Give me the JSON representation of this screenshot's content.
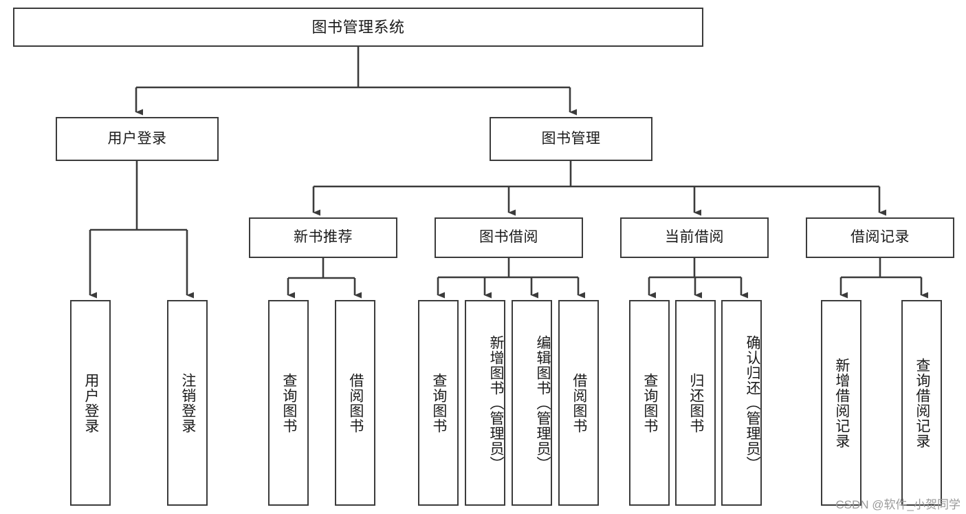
{
  "diagram": {
    "title": "图书管理系统",
    "type": "tree-hierarchy",
    "watermark": "CSDN @软件_小贺同学",
    "colors": {
      "box_border": "#3b3b3b",
      "box_fill": "#ffffff",
      "connector": "#3b3b3b",
      "text": "#1a1a1a",
      "watermark": "#9a9a9a"
    }
  },
  "nodes": {
    "root": {
      "label": "图书管理系统"
    },
    "level1": [
      {
        "label": "用户登录"
      },
      {
        "label": "图书管理"
      }
    ],
    "level2": [
      {
        "label": "新书推荐"
      },
      {
        "label": "图书借阅"
      },
      {
        "label": "当前借阅"
      },
      {
        "label": "借阅记录"
      }
    ],
    "leaves": {
      "user_login": [
        {
          "label": "用户登录"
        },
        {
          "label": "注销登录"
        }
      ],
      "new_book_recommend": [
        {
          "label": "查询图书"
        },
        {
          "label": "借阅图书"
        }
      ],
      "book_borrow": [
        {
          "label": "查询图书"
        },
        {
          "label": "新增图书（管理员）"
        },
        {
          "label": "编辑图书（管理员）"
        },
        {
          "label": "借阅图书"
        }
      ],
      "current_borrow": [
        {
          "label": "查询图书"
        },
        {
          "label": "归还图书"
        },
        {
          "label": "确认归还（管理员）"
        }
      ],
      "borrow_record": [
        {
          "label": "新增借阅记录"
        },
        {
          "label": "查询借阅记录"
        }
      ]
    }
  }
}
